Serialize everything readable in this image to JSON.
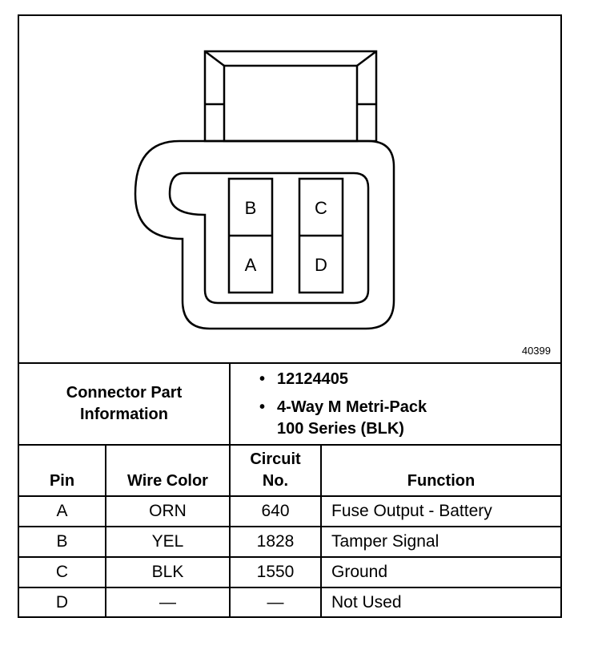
{
  "figure_number": "40399",
  "connector": {
    "pins": [
      "B",
      "C",
      "A",
      "D"
    ]
  },
  "info": {
    "title_line1": "Connector Part",
    "title_line2": "Information",
    "bullets": [
      {
        "bullet": "•",
        "text": "12124405"
      },
      {
        "bullet": "•",
        "text": "4-Way M Metri-Pack\n100 Series (BLK)"
      }
    ]
  },
  "table": {
    "headers": {
      "pin": "Pin",
      "wire_color": "Wire Color",
      "circuit_line1": "Circuit",
      "circuit_line2": "No.",
      "function": "Function"
    },
    "rows": [
      {
        "pin": "A",
        "wire_color": "ORN",
        "circuit": "640",
        "function": "Fuse Output - Battery"
      },
      {
        "pin": "B",
        "wire_color": "YEL",
        "circuit": "1828",
        "function": "Tamper Signal"
      },
      {
        "pin": "C",
        "wire_color": "BLK",
        "circuit": "1550",
        "function": "Ground"
      },
      {
        "pin": "D",
        "wire_color": "—",
        "circuit": "—",
        "function": "Not Used"
      }
    ]
  }
}
